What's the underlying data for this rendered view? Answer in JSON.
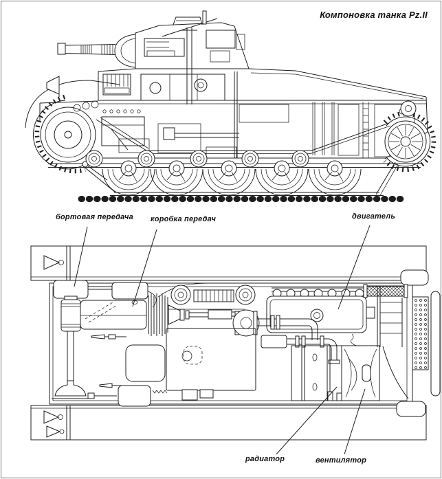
{
  "title": "Компоновка танка Pz.II",
  "labels": {
    "final_drive": "бортовая передача",
    "gearbox": "коробка передач",
    "engine": "двигатель",
    "radiator": "радиатор",
    "fan": "вентилятор"
  },
  "colors": {
    "background": "#ffffff",
    "line": "#1c1c1c",
    "frame": "#6f6f6f"
  }
}
